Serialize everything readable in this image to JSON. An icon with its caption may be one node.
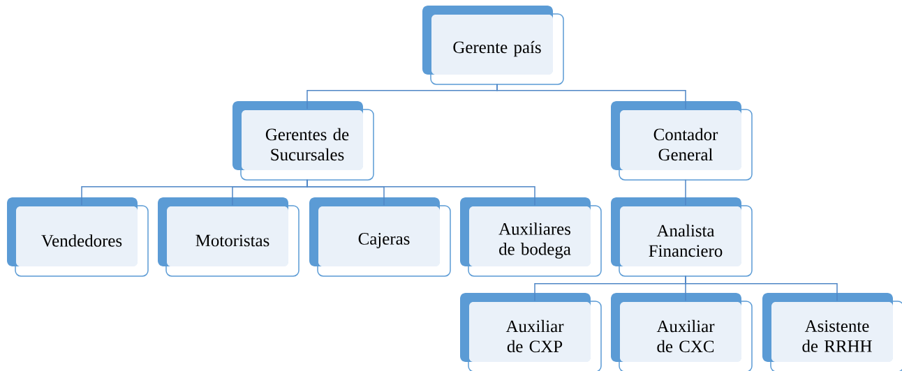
{
  "diagram": {
    "nodes": [
      {
        "text": [
          "Gerente país"
        ]
      },
      {
        "text": [
          "Gerentes de Sucursales"
        ]
      },
      {
        "text": [
          "Contador General"
        ]
      },
      {
        "text": [
          "Vendedores"
        ]
      },
      {
        "text": [
          "Motoristas"
        ]
      },
      {
        "text": [
          "Cajeras"
        ]
      },
      {
        "text": [
          "Auxiliares de bodega"
        ]
      },
      {
        "text": [
          "Analista Financiero"
        ]
      },
      {
        "text": [
          "Auxiliar de CXP"
        ]
      },
      {
        "text": [
          "Auxiliar de CXC"
        ]
      },
      {
        "text": [
          "Asistente de RRHH"
        ]
      }
    ],
    "edges": [
      {
        "from": 0,
        "to": 1,
        "arrow": "none"
      },
      {
        "from": 0,
        "to": 2,
        "arrow": "none"
      },
      {
        "from": 1,
        "to": 3,
        "arrow": "none"
      },
      {
        "from": 1,
        "to": 4,
        "arrow": "none"
      },
      {
        "from": 1,
        "to": 5,
        "arrow": "none"
      },
      {
        "from": 1,
        "to": 6,
        "arrow": "none"
      },
      {
        "from": 2,
        "to": 7,
        "arrow": "none"
      },
      {
        "from": 7,
        "to": 8,
        "arrow": "none"
      },
      {
        "from": 7,
        "to": 9,
        "arrow": "none"
      },
      {
        "from": 7,
        "to": 10,
        "arrow": "none"
      }
    ]
  }
}
